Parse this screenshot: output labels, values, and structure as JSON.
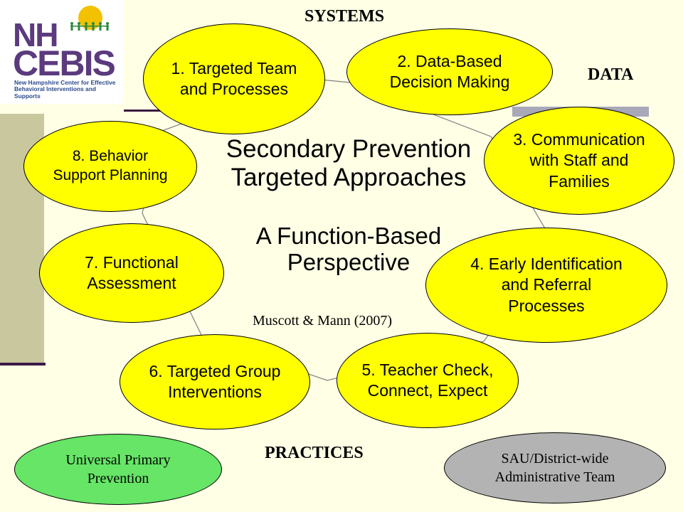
{
  "logo": {
    "line1": "NH",
    "line2": "CEBIS",
    "subtitle": "New Hampshire Center for Effective Behavioral Interventions and Supports"
  },
  "labels": {
    "systems": "SYSTEMS",
    "data": "DATA",
    "practices": "PRACTICES"
  },
  "center": {
    "title": "Secondary  Prevention\nTargeted Approaches",
    "subtitle": "A Function-Based\nPerspective",
    "citation": "Muscott & Mann (2007)"
  },
  "nodes": [
    {
      "id": 1,
      "label": "1. Targeted Team\nand Processes"
    },
    {
      "id": 2,
      "label": "2. Data-Based\nDecision Making"
    },
    {
      "id": 3,
      "label": "3. Communication\nwith Staff and\nFamilies"
    },
    {
      "id": 4,
      "label": "4. Early Identification\nand Referral\nProcesses"
    },
    {
      "id": 5,
      "label": "5. Teacher Check,\nConnect, Expect"
    },
    {
      "id": 6,
      "label": "6. Targeted Group\nInterventions"
    },
    {
      "id": 7,
      "label": "7. Functional\nAssessment"
    },
    {
      "id": 8,
      "label": "8. Behavior\nSupport Planning"
    }
  ],
  "legend": {
    "left": "Universal Primary\nPrevention",
    "right": "SAU/District-wide\nAdministrative Team"
  },
  "colors": {
    "background": "#FFFFE5",
    "node_fill": "#FFFF00",
    "legend_left_fill": "#66E566",
    "legend_right_fill": "#B3B3B3",
    "logo_purple": "#5B3A7E"
  }
}
